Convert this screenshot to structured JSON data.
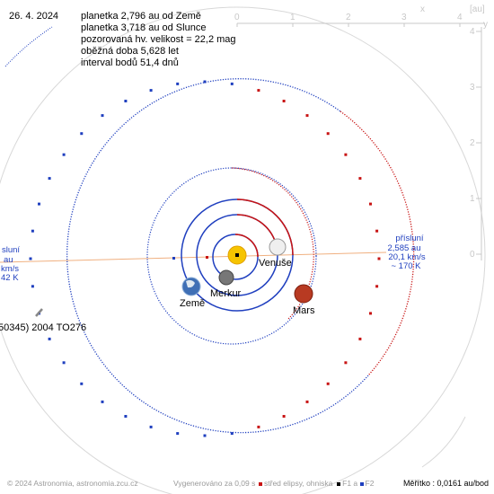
{
  "header": {
    "date": "26. 4. 2024",
    "lines": [
      "planetka 2,796 au od Země",
      "planetka 3,718 au od Slunce",
      "pozorovaná hv. velikost = 22,2 mag",
      "oběžná doba 5,628 let",
      "interval bodů 51,4 dnů"
    ]
  },
  "axes": {
    "unit_label": "[au]",
    "x_symbol": "x",
    "y_symbol": "y",
    "x_ticks": [
      "0",
      "1",
      "2",
      "3",
      "4"
    ],
    "y_ticks": [
      "4",
      "3",
      "2",
      "1",
      "0"
    ]
  },
  "bodies": {
    "venus": "Venuše",
    "mercury": "Merkur",
    "earth": "Země",
    "mars": "Mars",
    "asteroid": "50345) 2004 TO276"
  },
  "perihelion": {
    "title": "přísluní",
    "distance": "2,585 au",
    "speed": "20,1 km/s",
    "temp": "~ 170 K"
  },
  "aphelion": {
    "title": "sluní",
    "distance": "au",
    "speed": "km/s",
    "temp": "42 K"
  },
  "footer": {
    "copyright": "© 2024 Astronomia, astronomia.zcu.cz",
    "generated": "Vygenerováno za 0,09 s",
    "legend1": "střed elipsy, ohniska",
    "f1": "F1",
    "and": "a",
    "f2": "F2",
    "scale": "Měřítko : 0,0161 au/bod"
  },
  "colors": {
    "blue": "#1f3fbf",
    "red": "#c81414",
    "sun": "#f6c400",
    "mars": "#b83a22"
  }
}
